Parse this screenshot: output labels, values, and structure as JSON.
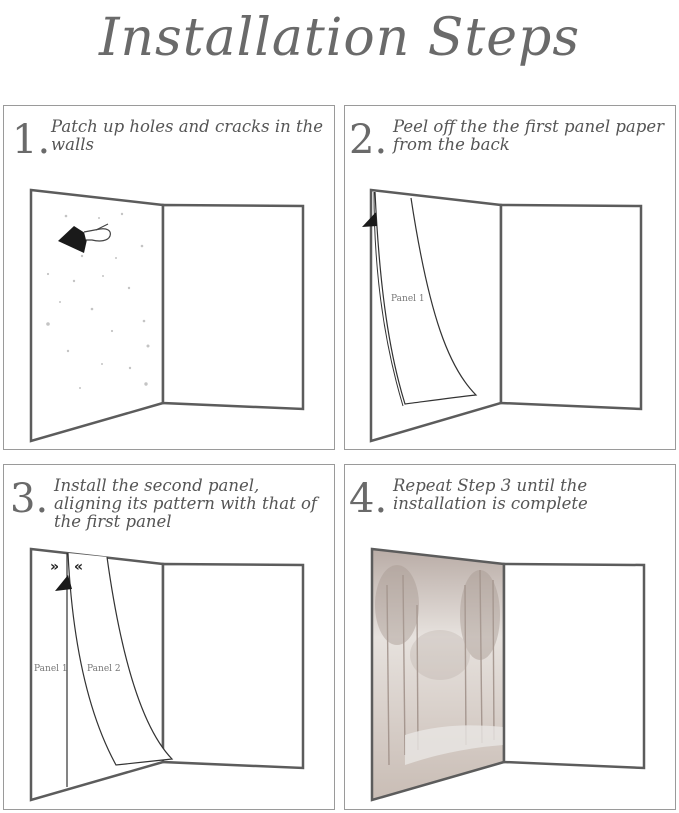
{
  "title": "Installation Steps",
  "steps": [
    {
      "number": "1.",
      "text": "Patch up holes and cracks in the walls"
    },
    {
      "number": "2.",
      "text": "Peel off the the first panel paper from the back",
      "labels": [
        "Panel 1"
      ]
    },
    {
      "number": "3.",
      "text": "Install the second panel, aligning its pattern with that of the first panel",
      "labels": [
        "Panel 1",
        "Panel 2"
      ],
      "arrows": [
        "»",
        "«"
      ]
    },
    {
      "number": "4.",
      "text": "Repeat Step 3 until the installation is complete"
    }
  ],
  "colors": {
    "line": "#5c5c5c",
    "text": "#555555",
    "border": "#9a9a9a"
  }
}
